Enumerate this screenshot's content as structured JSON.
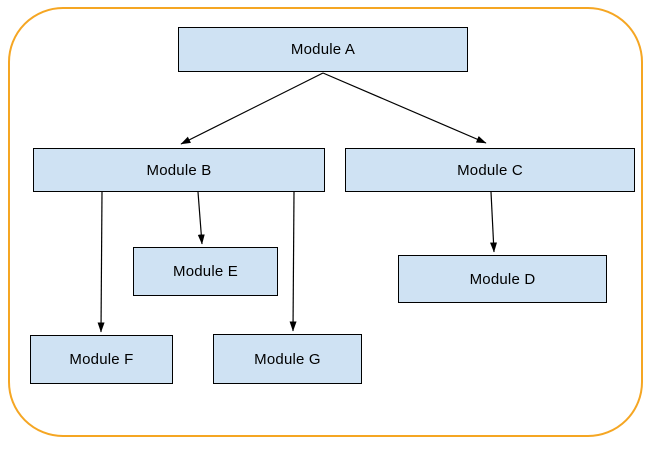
{
  "diagram": {
    "type": "module-hierarchy-flowchart",
    "nodes": {
      "a": {
        "label": "Module A"
      },
      "b": {
        "label": "Module B"
      },
      "c": {
        "label": "Module C"
      },
      "d": {
        "label": "Module D"
      },
      "e": {
        "label": "Module E"
      },
      "f": {
        "label": "Module F"
      },
      "g": {
        "label": "Module G"
      }
    },
    "edges": [
      {
        "from": "Module A",
        "to": "Module B"
      },
      {
        "from": "Module A",
        "to": "Module C"
      },
      {
        "from": "Module B",
        "to": "Module E"
      },
      {
        "from": "Module B",
        "to": "Module F"
      },
      {
        "from": "Module B",
        "to": "Module G"
      },
      {
        "from": "Module C",
        "to": "Module D"
      }
    ],
    "colors": {
      "node_fill": "#CFE2F3",
      "node_border": "#000000",
      "arrow": "#000000",
      "frame_border": "#F5A623",
      "background": "#FFFFFF",
      "text": "#000000"
    }
  }
}
